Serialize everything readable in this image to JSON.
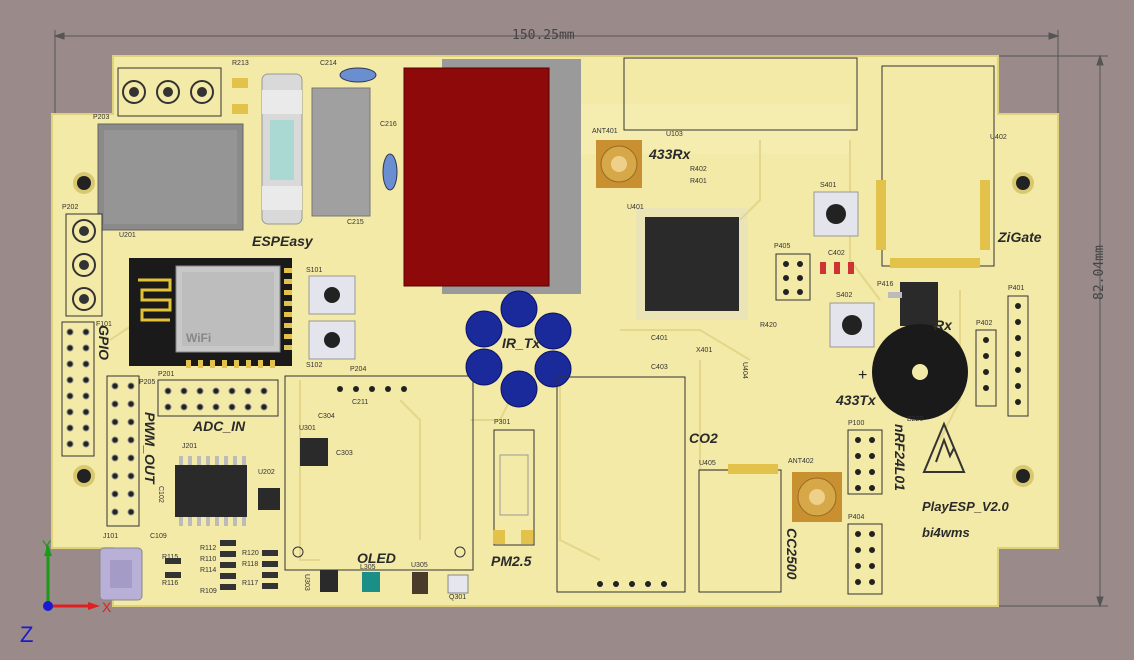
{
  "board": {
    "name": "PlayESP_V2.0",
    "author": "bi4wms",
    "colors": {
      "background": "#9a8a8a",
      "pcb": "#f3eaa8",
      "pcb_edge": "#e8dc8c",
      "silk_text": "#2a2a2a",
      "relay": "#8e0a0a",
      "led": "#1a2a9a",
      "chip": "#2a2a2a"
    }
  },
  "dimensions": {
    "width": "150.25mm",
    "height": "82.04mm"
  },
  "labels": {
    "espeasy": "ESPEasy",
    "gpio": "GPIO",
    "pwm_out": "PWM_OUT",
    "adc_in": "ADC_IN",
    "ir_tx": "IR_Tx",
    "rx_433": "433Rx",
    "tx_433": "433Tx",
    "rx": "Rx",
    "zigate": "ZiGate",
    "co2": "CO2",
    "pm25": "PM2.5",
    "oled": "OLED",
    "cc2500": "CC2500",
    "nrf24l01": "nRF24L01"
  },
  "refdes": {
    "p203": "P203",
    "r213": "R213",
    "c214": "C214",
    "c215": "C215",
    "c216": "C216",
    "u201": "U201",
    "p202": "P202",
    "f101": "F101",
    "p201": "P201",
    "p205": "P205",
    "j201": "J201",
    "u202": "U202",
    "s101": "S101",
    "s102": "S102",
    "p204": "P204",
    "c211": "C211",
    "c304": "C304",
    "u301": "U301",
    "c303": "C303",
    "j101": "J101",
    "u303": "U303",
    "l305": "L305",
    "u305": "U305",
    "q301": "Q301",
    "p301": "P301",
    "ant401": "ANT401",
    "ant402": "ANT402",
    "u103": "U103",
    "r402": "R402",
    "r401": "R401",
    "u401": "U401",
    "s401": "S401",
    "s402": "S402",
    "p405": "P405",
    "p401": "P401",
    "p402": "P402",
    "u402": "U402",
    "p100": "P100",
    "p404": "P404",
    "u405": "U405",
    "u404": "U404",
    "b220": "B220",
    "x401": "X401",
    "c401": "C401",
    "c403": "C403",
    "c102": "C102",
    "c109": "C109",
    "r115": "R115",
    "r116": "R116",
    "r112": "R112",
    "r110": "R110",
    "r114": "R114",
    "r109": "R109",
    "r120": "R120",
    "r118": "R118",
    "r117": "R117",
    "p416": "P416",
    "r420": "R420",
    "c402": "C402"
  }
}
